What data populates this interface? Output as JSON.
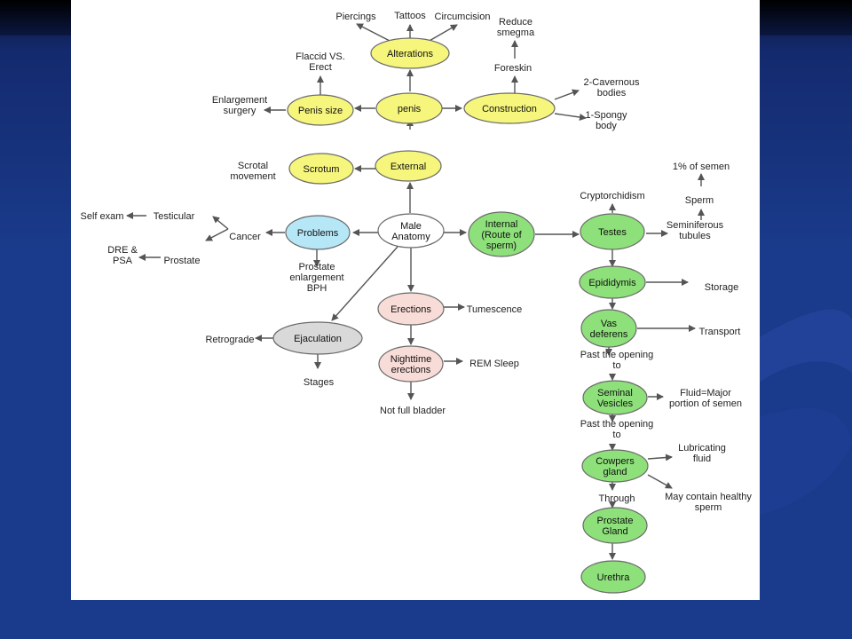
{
  "colors": {
    "yellow": "#f6f57c",
    "green": "#8ee07a",
    "blue": "#b6e7f7",
    "pink": "#f8dcd8",
    "gray": "#d9d9d9",
    "white": "#ffffff",
    "stroke": "#6a6a6a",
    "arrow": "#555555"
  },
  "nodes": {
    "alterations": [
      "Alterations"
    ],
    "penis": [
      "penis"
    ],
    "construction": [
      "Construction"
    ],
    "penis_size": [
      "Penis size"
    ],
    "external": [
      "External"
    ],
    "scrotum": [
      "Scrotum"
    ],
    "male_anatomy": [
      "Male",
      "Anatomy"
    ],
    "problems": [
      "Problems"
    ],
    "internal": [
      "Internal",
      "(Route of",
      "sperm)"
    ],
    "testes": [
      "Testes"
    ],
    "epididymis": [
      "Epididymis"
    ],
    "vas_deferens": [
      "Vas",
      "deferens"
    ],
    "seminal_vesicles": [
      "Seminal",
      "Vesicles"
    ],
    "cowpers_gland": [
      "Cowpers",
      "gland"
    ],
    "prostate_gland": [
      "Prostate",
      "Gland"
    ],
    "urethra": [
      "Urethra"
    ],
    "erections": [
      "Erections"
    ],
    "nighttime_erections": [
      "Nighttime",
      "erections"
    ],
    "ejaculation": [
      "Ejaculation"
    ]
  },
  "labels": {
    "piercings": [
      "Piercings"
    ],
    "tattoos": [
      "Tattoos"
    ],
    "circumcision": [
      "Circumcision"
    ],
    "reduce_smegma": [
      "Reduce",
      "smegma"
    ],
    "foreskin": [
      "Foreskin"
    ],
    "flaccid_erect": [
      "Flaccid VS.",
      "Erect"
    ],
    "enlargement_surgery": [
      "Enlargement",
      "surgery"
    ],
    "two_cavernous": [
      "2-Cavernous",
      "bodies"
    ],
    "one_spongy": [
      "1-Spongy",
      "body"
    ],
    "scrotal_movement": [
      "Scrotal",
      "movement"
    ],
    "one_percent": [
      "1% of semen"
    ],
    "cryptorchidism": [
      "Cryptorchidism"
    ],
    "sperm": [
      "Sperm"
    ],
    "seminiferous": [
      "Seminiferous",
      "tubules"
    ],
    "self_exam": [
      "Self exam"
    ],
    "testicular": [
      "Testicular"
    ],
    "cancer": [
      "Cancer"
    ],
    "dre_psa": [
      "DRE &",
      "PSA"
    ],
    "prostate": [
      "Prostate"
    ],
    "prostate_enlargement": [
      "Prostate",
      "enlargement",
      "BPH"
    ],
    "storage": [
      "Storage"
    ],
    "transport": [
      "Transport"
    ],
    "tumescence": [
      "Tumescence"
    ],
    "rem_sleep": [
      "REM Sleep"
    ],
    "retrograde": [
      "Retrograde"
    ],
    "stages": [
      "Stages"
    ],
    "not_full_bladder": [
      "Not full bladder"
    ],
    "past_opening_1": [
      "Past the opening",
      "to"
    ],
    "fluid_major": [
      "Fluid=Major",
      "portion of semen"
    ],
    "past_opening_2": [
      "Past the opening",
      "to"
    ],
    "lubricating": [
      "Lubricating",
      "fluid"
    ],
    "healthy_sperm": [
      "May contain healthy",
      "sperm"
    ],
    "through": [
      "Through"
    ]
  }
}
